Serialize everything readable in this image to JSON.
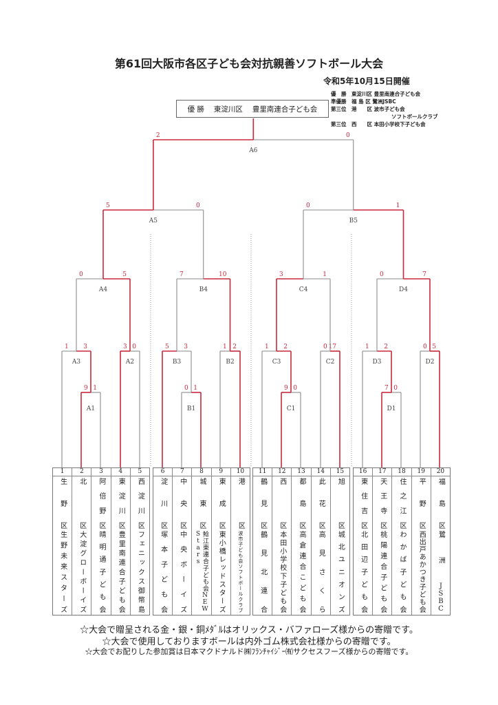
{
  "title": "第61回大阪市各区子ども会対抗親善ソフトボール大会",
  "date": "令和5年10月15日開催",
  "results": [
    {
      "rank": "優　勝",
      "ward": "東淀川区",
      "team": "豊里南連合子ども会"
    },
    {
      "rank": "準優勝",
      "ward": "福 島 区",
      "team": "鷺洲JSBC"
    },
    {
      "rank": "第三位",
      "ward": "港　　区",
      "team": "波市子ども会",
      "extra": "ソフトボールクラブ"
    },
    {
      "rank": "第三位",
      "ward": "西　　区",
      "team": "本田小学校下子ども会"
    }
  ],
  "champion_box": {
    "label": "優 勝",
    "ward": "東淀川区",
    "team": "豊里南連合子ども会"
  },
  "teams": [
    {
      "num": "1",
      "ward": "生野区",
      "team": "生野未来スターズ"
    },
    {
      "num": "2",
      "ward": "北区",
      "team": "大淀グローボーイズ"
    },
    {
      "num": "3",
      "ward": "阿倍野区",
      "team": "晴明通子ども会"
    },
    {
      "num": "4",
      "ward": "東淀川区",
      "team": "豊里南連合子ども会"
    },
    {
      "num": "5",
      "ward": "西淀川区",
      "team": "フェニックス御幣島"
    },
    {
      "num": "6",
      "ward": "淀川区",
      "team": "塚本子ども会"
    },
    {
      "num": "7",
      "ward": "中央区",
      "team": "中央ボーイズ"
    },
    {
      "num": "8",
      "ward": "城東区",
      "team": "鯰江東連合子ども会NEW Stars"
    },
    {
      "num": "9",
      "ward": "東成区",
      "team": "東小橋レッドスターズ"
    },
    {
      "num": "10",
      "ward": "港区",
      "team": "波市子ども会ソフトボールクラブ"
    },
    {
      "num": "11",
      "ward": "鶴見区",
      "team": "鶴見北連合"
    },
    {
      "num": "12",
      "ward": "西区",
      "team": "本田小学校下子ども会"
    },
    {
      "num": "13",
      "ward": "都島区",
      "team": "高倉連合こども会"
    },
    {
      "num": "14",
      "ward": "此花区",
      "team": "高見さくら"
    },
    {
      "num": "15",
      "ward": "旭区",
      "team": "城北ユニオンズ"
    },
    {
      "num": "16",
      "ward": "東住吉区",
      "team": "北田辺子ども会"
    },
    {
      "num": "17",
      "ward": "天王寺区",
      "team": "桃陽連合子ども会"
    },
    {
      "num": "18",
      "ward": "住之江区",
      "team": "わかば子ども会"
    },
    {
      "num": "19",
      "ward": "平野区",
      "team": "西出戸あかつき子ども会"
    },
    {
      "num": "20",
      "ward": "福島区",
      "team": "鷺洲JSBC"
    }
  ],
  "matches": [
    {
      "id": "A1",
      "a": 2,
      "b": 3,
      "scores": [
        "9",
        "1"
      ]
    },
    {
      "id": "A3",
      "a": 1,
      "b": "A1",
      "scores": [
        "1",
        "3"
      ]
    },
    {
      "id": "A2",
      "a": 4,
      "b": 5,
      "scores": [
        "3",
        "0"
      ]
    },
    {
      "id": "A4",
      "a": "A3",
      "b": "A2",
      "scores": [
        "0",
        "5"
      ]
    },
    {
      "id": "B1",
      "a": 7,
      "b": 8,
      "scores": [
        "0",
        "1"
      ]
    },
    {
      "id": "B3",
      "a": 6,
      "b": "B1",
      "scores": [
        "5",
        "3"
      ]
    },
    {
      "id": "B2",
      "a": 9,
      "b": 10,
      "scores": [
        "1",
        "2"
      ]
    },
    {
      "id": "B4",
      "a": "B3",
      "b": "B2",
      "scores": [
        "7",
        "10"
      ]
    },
    {
      "id": "C1",
      "a": 12,
      "b": 13,
      "scores": [
        "9",
        "0"
      ]
    },
    {
      "id": "C3",
      "a": 11,
      "b": "C1",
      "scores": [
        "1",
        "2"
      ]
    },
    {
      "id": "C2",
      "a": 14,
      "b": 15,
      "scores": [
        "0",
        "17"
      ]
    },
    {
      "id": "C4",
      "a": "C3",
      "b": "C2",
      "scores": [
        "3",
        "1"
      ]
    },
    {
      "id": "D1",
      "a": 17,
      "b": 18,
      "scores": [
        "7",
        "0"
      ]
    },
    {
      "id": "D3",
      "a": 16,
      "b": "D1",
      "scores": [
        "1",
        "2"
      ]
    },
    {
      "id": "D2",
      "a": 19,
      "b": 20,
      "scores": [
        "0",
        "5"
      ]
    },
    {
      "id": "D4",
      "a": "D3",
      "b": "D2",
      "scores": [
        "0",
        "7"
      ]
    },
    {
      "id": "A5",
      "a": "A4",
      "b": "B4",
      "scores": [
        "5",
        "0"
      ]
    },
    {
      "id": "B5",
      "a": "C4",
      "b": "D4",
      "scores": [
        "0",
        "1"
      ]
    },
    {
      "id": "A6",
      "a": "A5",
      "b": "B5",
      "scores": [
        "2",
        "0"
      ]
    }
  ],
  "footer": [
    "☆大会で贈呈される金・銀・銅ﾒﾀﾞﾙはオリックス・バファローズ様からの寄贈です。",
    "☆大会で使用しておりますボールは内外ゴム株式会社様からの寄贈です。",
    "☆大会でお配りした参加賞は日本マクドナルド㈱ﾌﾗﾝﾁｬｲｼﾞｰ㈲サクセスフーズ様からの寄贈です。"
  ],
  "colors": {
    "win": "#c8283c",
    "line": "#8a8a8a"
  }
}
